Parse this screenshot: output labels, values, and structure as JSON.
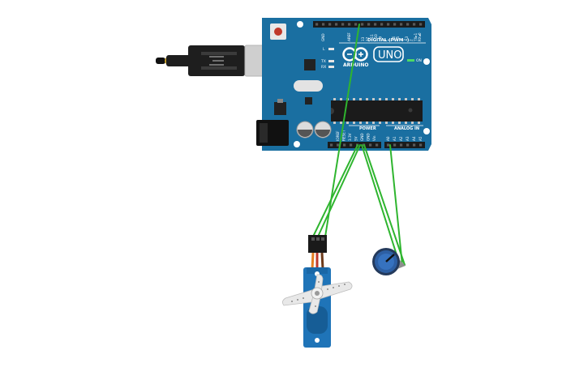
{
  "board": {
    "brand": "ARDUINO",
    "model": "UNO",
    "digital_header": "DIGITAL (PWM~)",
    "power_header": "POWER",
    "analog_header": "ANALOG IN",
    "led_l": "L",
    "led_tx": "TX",
    "led_rx": "RX",
    "on_label": "ON",
    "aref": "AREF",
    "gnd": "GND",
    "digital_pins": [
      "13",
      "12",
      "~11",
      "~10",
      "~9",
      "8",
      "7",
      "~6",
      "~5",
      "4",
      "~3",
      "2",
      "TX▸1",
      "RX◂0"
    ],
    "power_pins": [
      "IOREF",
      "RESET",
      "3.3V",
      "5V",
      "GND",
      "GND",
      "Vin"
    ],
    "analog_pins": [
      "A0",
      "A1",
      "A2",
      "A3",
      "A4",
      "A5"
    ]
  },
  "colors": {
    "board": "#1a6fa1",
    "wire": "#2fb52f",
    "servo_body": "#1f74b8",
    "knob": "#2d5fa3",
    "usb_cable": "#1e1e1e"
  },
  "components": [
    "arduino-uno-board",
    "usb-cable",
    "servo-motor",
    "potentiometer"
  ]
}
